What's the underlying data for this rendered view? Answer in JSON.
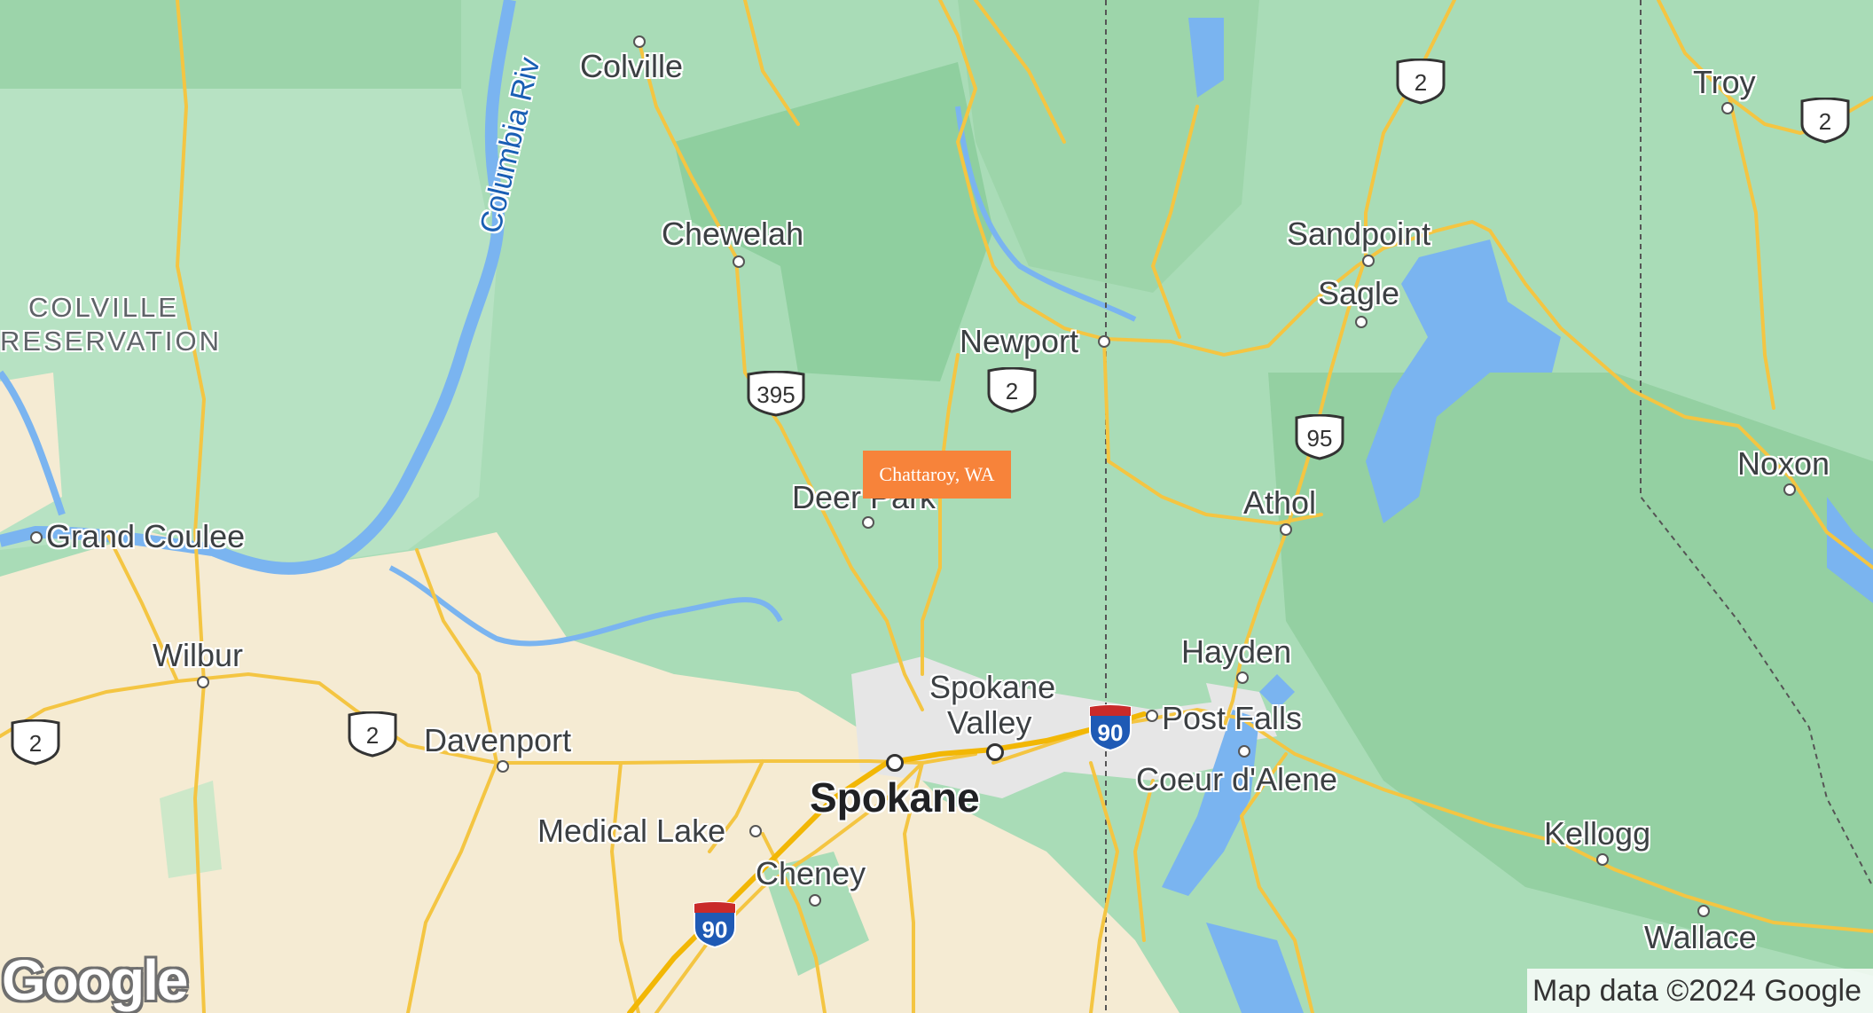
{
  "marker": {
    "label": "Chattaroy, WA",
    "color": "#f7833a"
  },
  "places": {
    "colville": "Colville",
    "chewelah": "Chewelah",
    "newport": "Newport",
    "sandpoint": "Sandpoint",
    "sagle": "Sagle",
    "troy": "Troy",
    "noxon": "Noxon",
    "athol": "Athol",
    "deer_park": "Deer Park",
    "grand_coulee": "Grand Coulee",
    "wilbur": "Wilbur",
    "davenport": "Davenport",
    "spokane_valley_1": "Spokane",
    "spokane_valley_2": "Valley",
    "spokane": "Spokane",
    "medical_lake": "Medical Lake",
    "cheney": "Cheney",
    "hayden": "Hayden",
    "post_falls": "Post Falls",
    "coeur_dalene": "Coeur d'Alene",
    "kellogg": "Kellogg",
    "wallace": "Wallace"
  },
  "reservation": {
    "line1": "COLVILLE",
    "line2": "RESERVATION"
  },
  "river": "Columbia Riv",
  "shields": {
    "us2_a": "2",
    "us2_b": "2",
    "us2_c": "2",
    "us2_d": "2",
    "us2_e": "2",
    "us395": "395",
    "us95": "95",
    "i90_a": "90",
    "i90_b": "90"
  },
  "branding": {
    "logo": "Google",
    "attribution": "Map data ©2024 Google"
  },
  "colors": {
    "forest": "#a9dcb7",
    "forest_dark": "#8fcf9f",
    "farmland": "#f5ebd3",
    "water": "#7ab4f0",
    "road": "#f4c542",
    "urban": "#e8e8e8"
  }
}
